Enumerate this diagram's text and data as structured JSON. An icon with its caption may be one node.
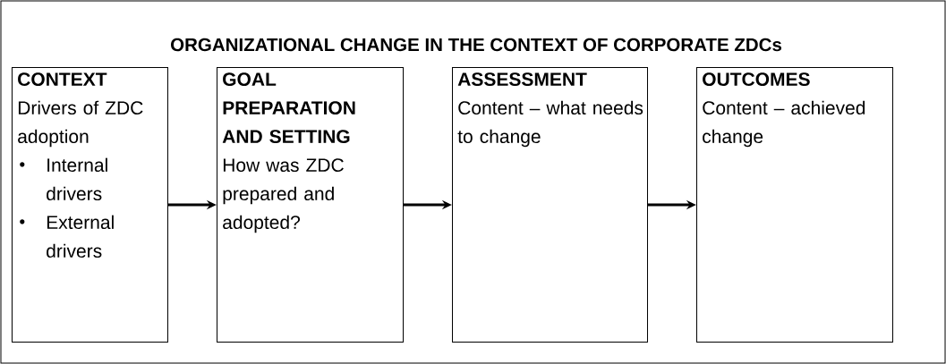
{
  "diagram": {
    "title": "ORGANIZATIONAL CHANGE IN THE CONTEXT OF CORPORATE ZDCs",
    "nodes": [
      {
        "text": [
          "CONTEXT",
          "Drivers of ZDC adoption",
          "Internal drivers",
          "External drivers"
        ]
      },
      {
        "text": [
          "GOAL PREPARATION AND SETTING",
          "How was ZDC prepared and adopted?"
        ]
      },
      {
        "text": [
          "ASSESSMENT",
          "Content – what needs to change"
        ]
      },
      {
        "text": [
          "OUTCOMES",
          "Content – achieved change"
        ]
      }
    ],
    "edges": [
      {
        "from": 0,
        "to": 1,
        "arrow": "to"
      },
      {
        "from": 1,
        "to": 2,
        "arrow": "to"
      },
      {
        "from": 2,
        "to": 3,
        "arrow": "to"
      }
    ]
  }
}
